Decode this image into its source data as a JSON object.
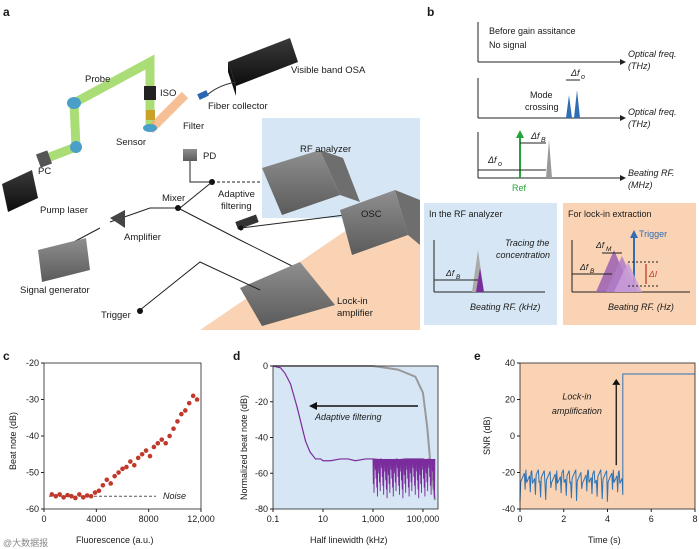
{
  "panel_letters": {
    "a": "a",
    "b": "b",
    "c": "c",
    "d": "d",
    "e": "e"
  },
  "panel_a": {
    "visible_osa": "Visible band OSA",
    "probe": "Probe",
    "iso": "ISO",
    "fiber_collector": "Fiber collector",
    "filter": "Filter",
    "sensor": "Sensor",
    "pd": "PD",
    "rf_analyzer": "RF analyzer",
    "pc": "PC",
    "adaptive_filtering_1": "Adaptive",
    "adaptive_filtering_2": "filtering",
    "mixer": "Mixer",
    "osc": "OSC",
    "pump_laser": "Pump laser",
    "amplifier": "Amplifier",
    "signal_generator": "Signal generator",
    "lockin_1": "Lock-in",
    "lockin_2": "amplifier",
    "trigger": "Trigger"
  },
  "panel_b": {
    "before_1": "Before gain assitance",
    "before_2": "No signal",
    "optical_freq": "Optical freq.",
    "thz": "(THz)",
    "delta_fo": "Δf",
    "delta_fo_sub": "o",
    "mode_1": "Mode",
    "mode_2": "crossing",
    "delta_fb": "Δf",
    "delta_fb_sub": "B",
    "ref": "Ref",
    "beating_rf": "Beating RF.",
    "mhz": "(MHz)",
    "in_rf": "In the RF analyzer",
    "tracing_1": "Tracing the",
    "tracing_2": "concentration",
    "beating_rf_khz": "Beating RF. (kHz)",
    "for_lockin": "For lock-in extraction",
    "trigger": "Trigger",
    "delta_fm": "Δf",
    "delta_fm_sub": "M",
    "delta_i": "ΔI",
    "beating_rf_hz": "Beating RF. (Hz)"
  },
  "colors": {
    "rf_box": "#d6e6f4",
    "lockin_box": "#f9d3b4",
    "ref": "#27a33b",
    "trigger": "#2f6db5",
    "purple": "#7a2c9c",
    "red_dots": "#c0392b",
    "snr_blue": "#2f73b5"
  },
  "chart_data": [
    {
      "panel": "c",
      "type": "scatter",
      "xlabel": "Fluorescence (a.u.)",
      "ylabel": "Beat note (dB)",
      "xlim": [
        0,
        12000
      ],
      "ylim": [
        -60,
        -20
      ],
      "xticks": [
        "0",
        "4000",
        "8000",
        "12,000"
      ],
      "yticks": [
        "-20",
        "-30",
        "-40",
        "-50",
        "-60"
      ],
      "annotation": "Noise",
      "noise_level": -56.5,
      "x": [
        600,
        900,
        1200,
        1500,
        1800,
        2100,
        2400,
        2700,
        3000,
        3300,
        3600,
        3900,
        4200,
        4500,
        4800,
        5100,
        5400,
        5700,
        6000,
        6300,
        6600,
        6900,
        7200,
        7500,
        7800,
        8100,
        8400,
        8700,
        9000,
        9300,
        9600,
        9900,
        10200,
        10500,
        10800,
        11100,
        11400,
        11700
      ],
      "y": [
        -56,
        -56.5,
        -56,
        -56.8,
        -56.2,
        -56.5,
        -57,
        -56,
        -56.8,
        -56.3,
        -56.5,
        -55.5,
        -55,
        -53.5,
        -52,
        -53,
        -51,
        -50,
        -49,
        -48.5,
        -47,
        -48,
        -46,
        -45,
        -44,
        -45.5,
        -43,
        -42,
        -41,
        -42,
        -40,
        -38,
        -36,
        -34,
        -33,
        -31,
        -29,
        -30
      ]
    },
    {
      "panel": "d",
      "type": "line",
      "xlabel": "Half linewidth (kHz)",
      "ylabel": "Normalized beat note (dB)",
      "xscale": "log",
      "xlim": [
        0.1,
        400000
      ],
      "ylim": [
        -80,
        0
      ],
      "xticks": [
        "0.1",
        "10",
        "1,000",
        "100,000"
      ],
      "yticks": [
        "0",
        "-20",
        "-40",
        "-60",
        "-80"
      ],
      "annotation": "Adaptive filtering",
      "series": [
        {
          "color": "#7a2c9c",
          "x": [
            0.1,
            0.2,
            0.3,
            0.5,
            0.8,
            1,
            1.5,
            2,
            3,
            5,
            8,
            10,
            20,
            50,
            100,
            200,
            500,
            1000,
            5000,
            20000,
            100000,
            300000
          ],
          "y": [
            0,
            -1,
            -4,
            -10,
            -20,
            -25,
            -35,
            -42,
            -48,
            -52,
            -52,
            -53,
            -53,
            -52,
            -52,
            -53,
            -52,
            -52,
            -53,
            -52,
            -52,
            -54
          ]
        },
        {
          "color": "#999999",
          "x": [
            0.1,
            1,
            10,
            100,
            1000,
            10000,
            50000,
            100000,
            150000,
            200000,
            300000
          ],
          "y": [
            0,
            0,
            0,
            0,
            0,
            -2,
            -6,
            -15,
            -35,
            -55,
            -75
          ]
        }
      ]
    },
    {
      "panel": "e",
      "type": "line",
      "xlabel": "Time (s)",
      "ylabel": "SNR (dB)",
      "xlim": [
        0,
        8
      ],
      "ylim": [
        -40,
        40
      ],
      "xticks": [
        "0",
        "2",
        "4",
        "6",
        "8"
      ],
      "yticks": [
        "40",
        "20",
        "0",
        "-20",
        "-40"
      ],
      "annotation_1": "Lock-in",
      "annotation_2": "amplification",
      "switch_time": 4.7,
      "noise_mean": -22,
      "amplified_level": 34
    }
  ],
  "watermark": "@大数据报"
}
